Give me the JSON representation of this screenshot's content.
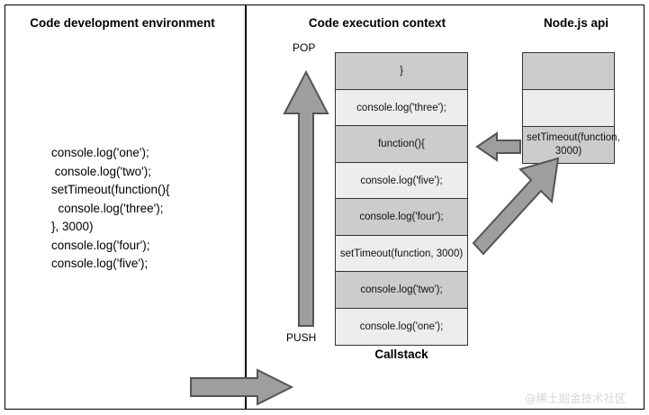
{
  "panels": {
    "development": {
      "title": "Code development environment"
    },
    "execution": {
      "title": "Code execution context"
    },
    "node": {
      "title": "Node.js api"
    }
  },
  "code": {
    "text": "console.log('one');\n console.log('two');\nsetTimeout(function(){\n  console.log('three');\n}, 3000)\nconsole.log('four');\nconsole.log('five');"
  },
  "callstack": {
    "label": "Callstack",
    "pop_label": "POP",
    "push_label": "PUSH",
    "rows": [
      {
        "text": "}",
        "shade": "dark"
      },
      {
        "text": "console.log('three');",
        "shade": "light"
      },
      {
        "text": "function(){",
        "shade": "dark"
      },
      {
        "text": "console.log('five');",
        "shade": "light"
      },
      {
        "text": "console.log('four');",
        "shade": "dark"
      },
      {
        "text": "setTimeout(function, 3000)",
        "shade": "light"
      },
      {
        "text": "console.log('two');",
        "shade": "dark"
      },
      {
        "text": "console.log('one');",
        "shade": "light"
      }
    ]
  },
  "node_api": {
    "rows": [
      {
        "text": "",
        "shade": "dark"
      },
      {
        "text": "",
        "shade": "light"
      },
      {
        "text": "setTimeout(function, 3000)",
        "shade": "dark"
      }
    ]
  },
  "arrows": {
    "pop_arrow": "up-arrow-icon",
    "callback_return": "left-arrow-icon",
    "register_timer": "diagonal-up-right-arrow-icon",
    "handoff": "right-arrow-icon"
  },
  "watermark": {
    "text": "@稀土掘金技术社区"
  },
  "colors": {
    "stroke": "#333333",
    "shade_dark": "#cccccc",
    "shade_light": "#ededed",
    "arrow_fill": "#9e9e9e",
    "arrow_stroke": "#555555",
    "frame": "#000000",
    "watermark": "#d6d6d6"
  }
}
